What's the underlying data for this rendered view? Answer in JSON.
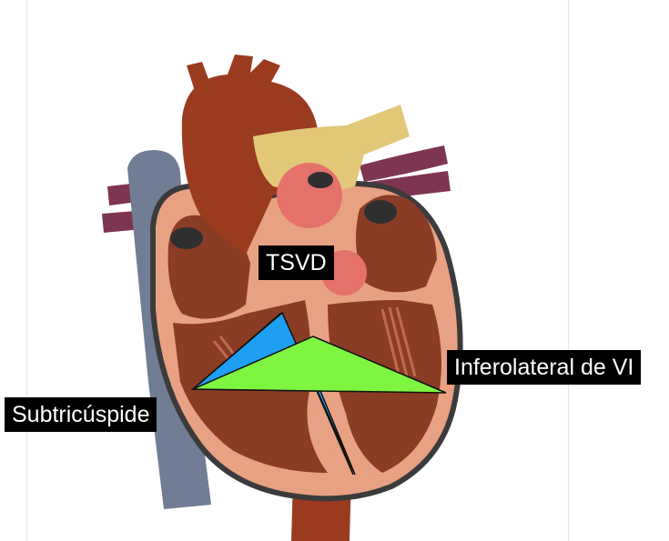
{
  "diagram": {
    "labels": {
      "tsvd": "TSVD",
      "inferolateral": "Inferolateral de VI",
      "subtricuspide": "Subtricúspide"
    },
    "colors": {
      "background": "#ffffff",
      "heart_wall": "#e8a182",
      "heart_outline": "#3b3b3b",
      "chamber": "#8a3c25",
      "aorta": "#9a3b20",
      "pulmonary_artery": "#e2c878",
      "vena_cava": "#717c95",
      "pulmonary_veins": "#7d3552",
      "valve": "#e5716b",
      "triangle_blue": "#1e9ff2",
      "triangle_green": "#7ef541",
      "label_background": "#000000",
      "label_text": "#ffffff"
    }
  }
}
